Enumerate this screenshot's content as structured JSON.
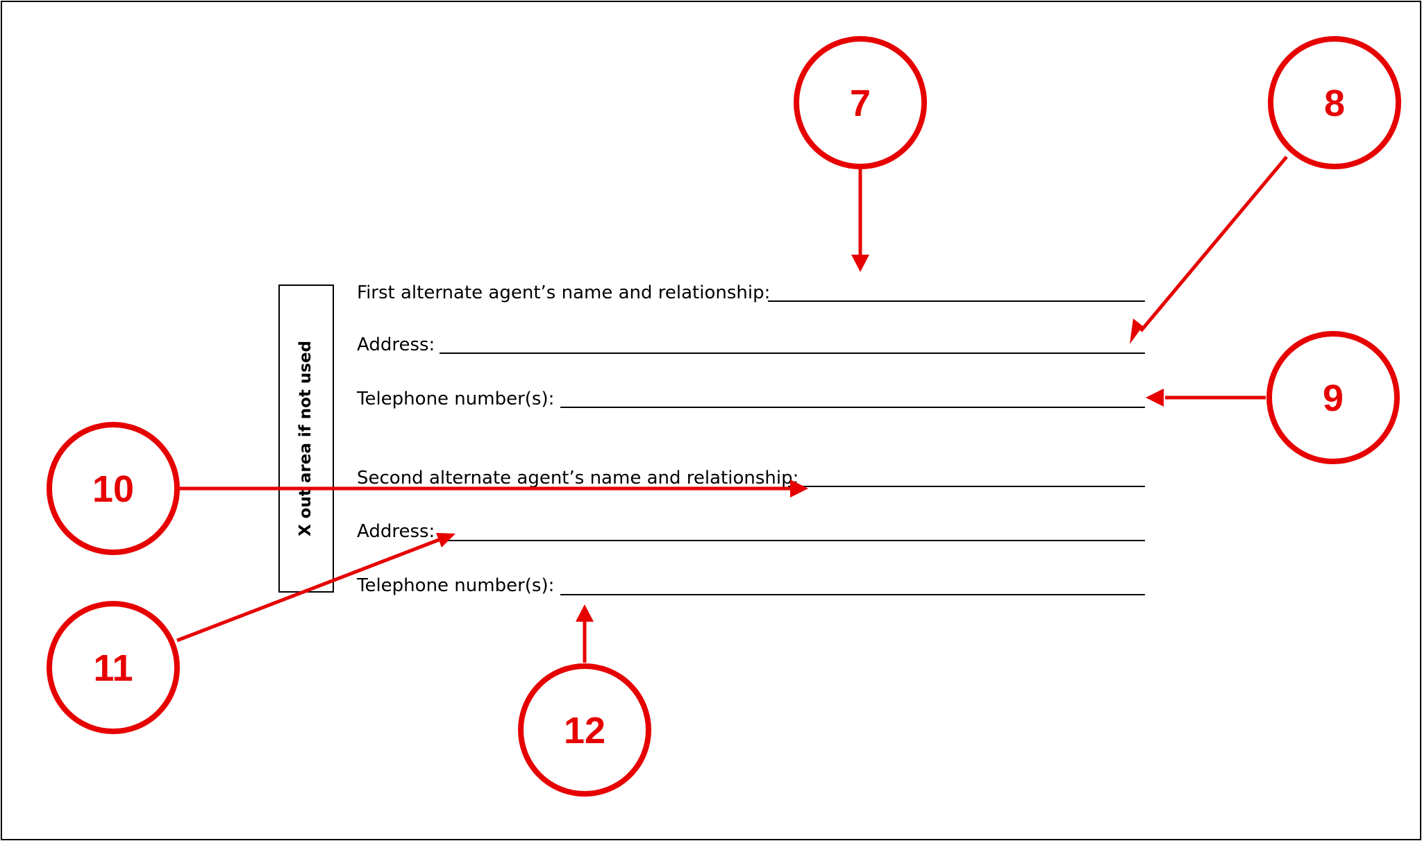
{
  "form": {
    "side_label": "X out area if not used",
    "fields": [
      {
        "label": "First alternate agent’s name and relationship:"
      },
      {
        "label": "Address:"
      },
      {
        "label": "Telephone number(s):"
      },
      {
        "label": "Second alternate agent’s name and relationship:"
      },
      {
        "label": "Address:"
      },
      {
        "label": "Telephone number(s):"
      }
    ]
  },
  "callouts": [
    {
      "number": "7",
      "target": "First alternate agent’s name and relationship"
    },
    {
      "number": "8",
      "target": "Address"
    },
    {
      "number": "9",
      "target": "Telephone number(s)"
    },
    {
      "number": "10",
      "target": "Second alternate agent’s name and relationship"
    },
    {
      "number": "11",
      "target": "Address"
    },
    {
      "number": "12",
      "target": "Telephone number(s)"
    }
  ],
  "colors": {
    "callout": "#e60000",
    "text": "#000000",
    "background": "#ffffff"
  }
}
